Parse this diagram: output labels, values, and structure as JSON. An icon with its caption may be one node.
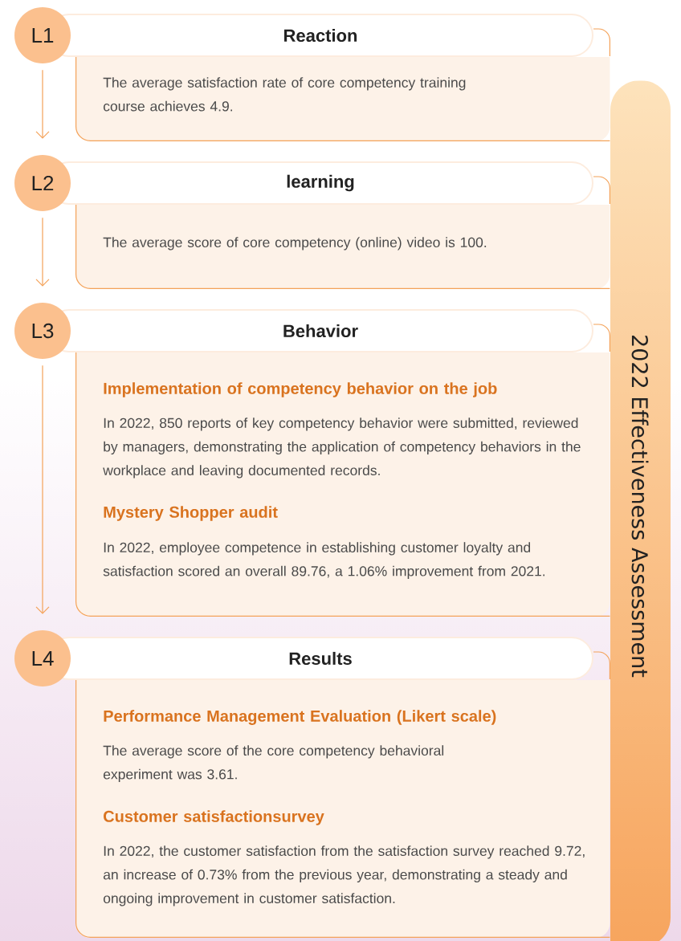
{
  "diagram": {
    "nodes": [
      {
        "text": [
          "L1"
        ]
      },
      {
        "text": [
          "Reaction"
        ]
      },
      {
        "text": [
          "The average satisfaction rate of core competency training course achieves 4.9."
        ]
      },
      {
        "text": [
          "L2"
        ]
      },
      {
        "text": [
          "learning"
        ]
      },
      {
        "text": [
          "The average score of core competency (online) video is 100."
        ]
      },
      {
        "text": [
          "L3"
        ]
      },
      {
        "text": [
          "Behavior"
        ]
      },
      {
        "text": [
          "Implementation of competency behavior on the job",
          "In 2022, 850 reports of key competency behavior were submitted, reviewed by managers, demonstrating the application of competency behaviors in the workplace and leaving documented records.",
          "Mystery Shopper audit",
          "In 2022, employee competence in establishing customer loyalty and satisfaction scored an overall 89.76, a 1.06% improvement from 2021."
        ]
      },
      {
        "text": [
          "L4"
        ]
      },
      {
        "text": [
          "Results"
        ]
      },
      {
        "text": [
          "Performance Management Evaluation (Likert scale)",
          "The average score of the core competency behavioral experiment was 3.61.",
          "Customer satisfactionsurvey",
          "In 2022, the customer satisfaction from the satisfaction survey reached 9.72, an increase of 0.73% from the previous year, demonstrating a steady and ongoing improvement in customer satisfaction."
        ]
      },
      {
        "text": [
          "2022 Effectiveness Assessment"
        ]
      }
    ],
    "edges": [
      {
        "from": 0,
        "to": 3,
        "arrow": "to"
      },
      {
        "from": 3,
        "to": 6,
        "arrow": "to"
      },
      {
        "from": 6,
        "to": 9,
        "arrow": "to"
      }
    ]
  }
}
